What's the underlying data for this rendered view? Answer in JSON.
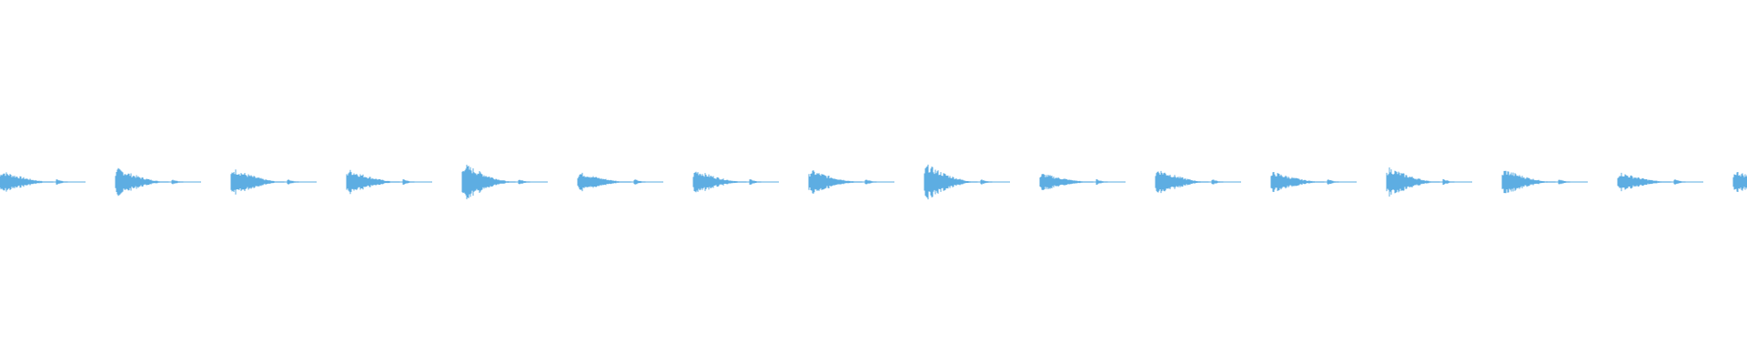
{
  "waveform": {
    "color": "#5dade2",
    "background": "#ffffff",
    "hits": [
      {
        "peak": 0.46
      },
      {
        "peak": 0.56
      },
      {
        "peak": 0.56
      },
      {
        "peak": 0.52
      },
      {
        "peak": 0.76
      },
      {
        "peak": 0.4
      },
      {
        "peak": 0.5
      },
      {
        "peak": 0.5
      },
      {
        "peak": 0.72
      },
      {
        "peak": 0.36
      },
      {
        "peak": 0.54
      },
      {
        "peak": 0.42
      },
      {
        "peak": 0.6
      },
      {
        "peak": 0.52
      },
      {
        "peak": 0.4
      },
      {
        "peak": 0.46
      }
    ]
  }
}
